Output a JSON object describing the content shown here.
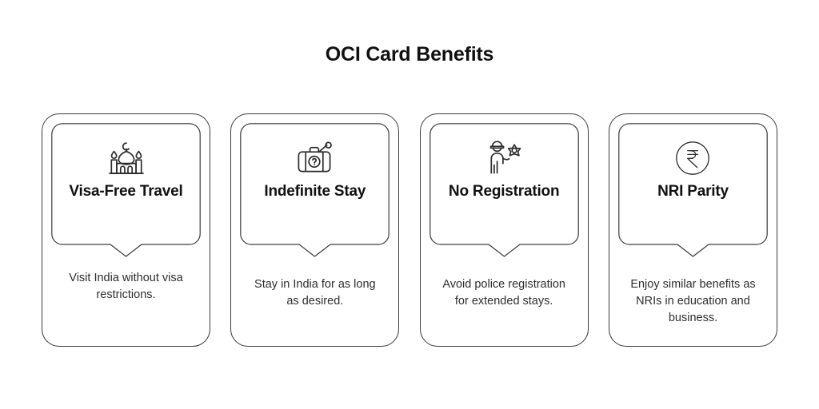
{
  "header": {
    "title": "OCI Card Benefits"
  },
  "theme": {
    "background": "#ffffff",
    "stroke": "#3a3a3a",
    "title_color": "#111111",
    "body_color": "#2e2e2e"
  },
  "cards": [
    {
      "icon": "mosque-icon",
      "title": "Visa-Free Travel",
      "description": "Visit India without visa restrictions."
    },
    {
      "icon": "suitcase-question-icon",
      "title": "Indefinite Stay",
      "description": "Stay in India for as long as desired."
    },
    {
      "icon": "police-officer-badge-icon",
      "title": "No Registration",
      "description": "Avoid police registration for extended stays."
    },
    {
      "icon": "rupee-circle-icon",
      "title": "NRI Parity",
      "description": "Enjoy similar benefits as NRIs in education and business."
    }
  ]
}
